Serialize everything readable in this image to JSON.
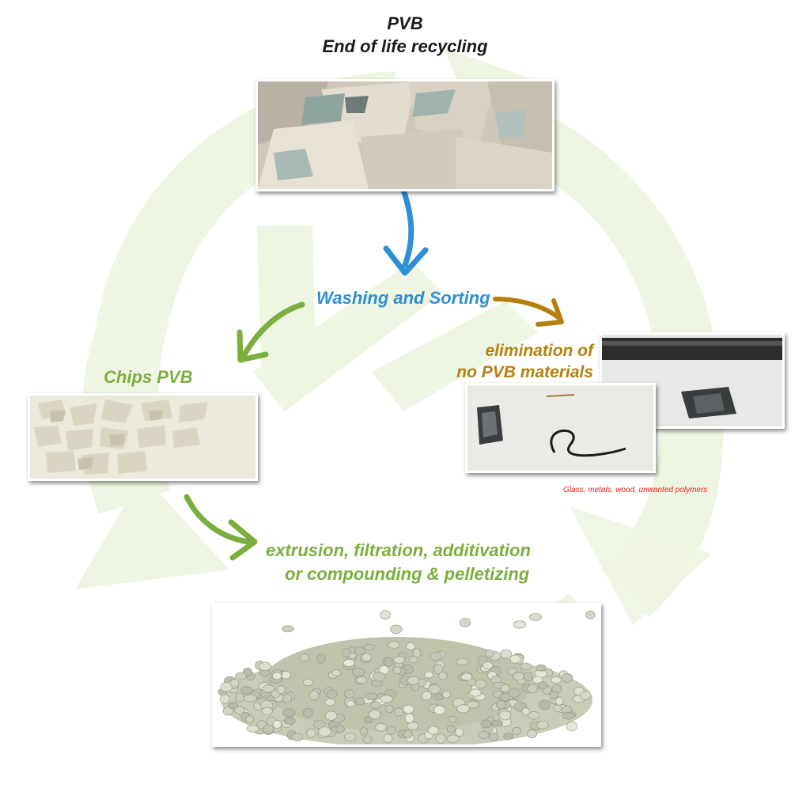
{
  "title": {
    "line1": "PVB",
    "line2": "End of life recycling"
  },
  "steps": {
    "washing": "Washing and Sorting",
    "chips": "Chips PVB",
    "elimination": {
      "line1": "elimination of",
      "line2": "no PVB materials"
    },
    "elimination_note": "Glass, metals, wood, unwanted polymers",
    "extrusion": {
      "line1": "extrusion, filtration, additivation",
      "line2": "or compounding & pelletizing"
    }
  },
  "colors": {
    "title": "#1a1a1a",
    "washing": "#2f8fd6",
    "chips": "#7cae3e",
    "elimination": "#b5800e",
    "elimination_note": "#e0201b",
    "extrusion": "#7cae3e",
    "recycle_arrows": "#eef5e2"
  },
  "icons": {
    "background": "recycle-arrows-icon"
  }
}
